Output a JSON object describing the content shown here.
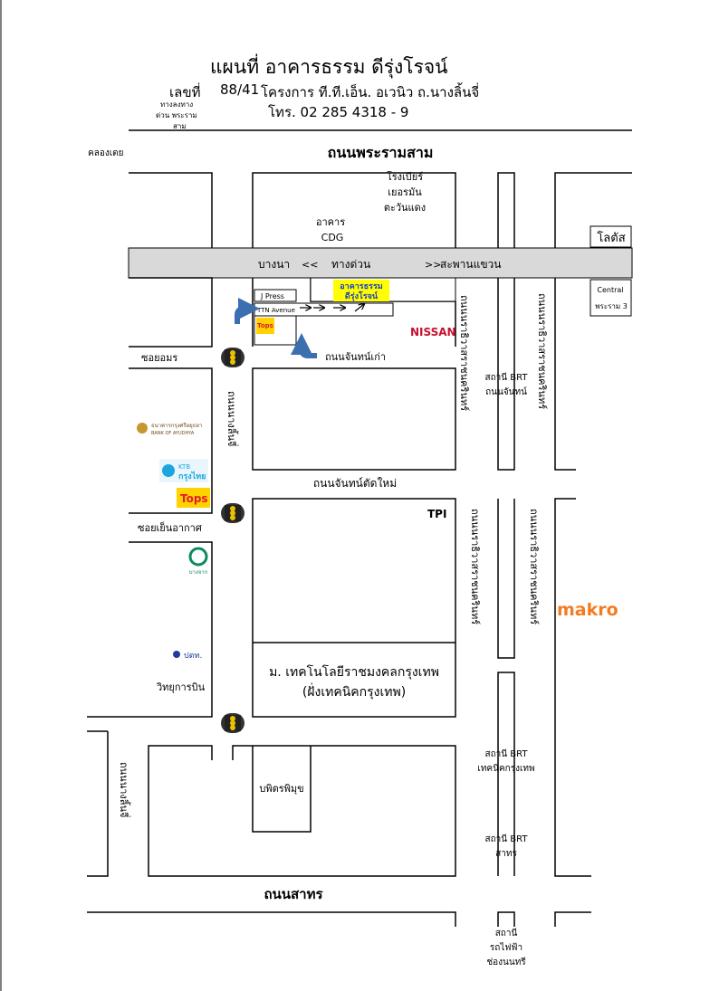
{
  "header": {
    "title": "แผนที่ อาคารธรรม   ดีรุ่งโรจน์",
    "address_label": "เลขที่",
    "address_number": "88/41",
    "address_rest": "โครงการ   ที.ที.เอ็น. อเวนิว   ถ.นางลิ้นจี่",
    "phone": "โทร. 02 285 4318 - 9",
    "small_note_1": "ทางลงทาง",
    "small_note_2": "ด่วน   พระราม",
    "small_note_3": "สาม"
  },
  "roads": {
    "rama3": "ถนนพระรามสาม",
    "khlong_toei": "คลองเตย",
    "expressway_left": "บางนา",
    "expressway_left_arrow": "<<",
    "expressway_mid": "ทางด่วน",
    "expressway_right_arrow": ">>",
    "expressway_right": "สะพานแขวน",
    "chan_old": "ถนนจันทน์เก่า",
    "chan_new": "ถนนจันทน์ตัดใหม่",
    "sathorn": "ถนนสาทร",
    "soi_yom": "ซอยอมร",
    "soi_yen": "ซอยเย็นอากาศ",
    "narathiwat": "ถนนนราธิวาสราชนครินทร์",
    "nang_linchi_top": "ถนนนางลิ้นจี่",
    "nang_linchi_bottom": "ถนนนางลิ้นจี่"
  },
  "places": {
    "brewery_1": "โรงเบียร์",
    "brewery_2": "เยอรมัน",
    "brewery_3": "ตะวันแดง",
    "cdg_1": "อาคาร",
    "cdg_2": "CDG",
    "lotus": "โลตัส",
    "central_1": "Central",
    "central_2": "พระราม 3",
    "jpress": "J Press",
    "ttn": "TTN Avenue",
    "target_1": "อาคารธรรม",
    "target_2": "ดีรุ่งโรจน์",
    "tops_small": "Tops",
    "nissan": "NISSAN",
    "brt_chan_1": "สถานี BRT",
    "brt_chan_2": "ถนนจันทน์",
    "bay_th": "ธนาคารกรุงศรีอยุธยา",
    "bay_en": "BANK OF AYUDHYA",
    "ktb_1": "KTB",
    "ktb_2": "กรุงไทย",
    "tops": "Tops",
    "tpi": "TPI",
    "bangchak": "บางจาก",
    "makro": "makro",
    "ptt": "ปตท.",
    "aerothai": "วิทยุการบิน",
    "rmutk_1": "ม. เทคโนโลยีราชมงคลกรุงเทพ",
    "rmutk_2": "(ฝั่งเทคนิคกรุงเทพ)",
    "brt_tech_1": "สถานี BRT",
    "brt_tech_2": "เทคนิคกรุงเทพ",
    "bopit": "บพิตรพิมุข",
    "brt_sathorn_1": "สถานี BRT",
    "brt_sathorn_2": "สาทร",
    "bts_1": "สถานี",
    "bts_2": "รถไฟฟ้า",
    "bts_3": "ช่องนนทรี"
  },
  "colors": {
    "expressway": "#d9d9d9",
    "target_bg": "#ffff00",
    "target_text": "#1f3fbf",
    "arrow_blue": "#3b6fb0",
    "nissan_red": "#c8102e",
    "makro_orange": "#f47c20",
    "tops_red": "#e21c2a",
    "tops_yellow": "#ffd200",
    "ktb_blue": "#1ba6e0",
    "bay_gold": "#c8962e",
    "bangchak_green": "#0e8a5f",
    "ptt_blue": "#1c3f94"
  }
}
